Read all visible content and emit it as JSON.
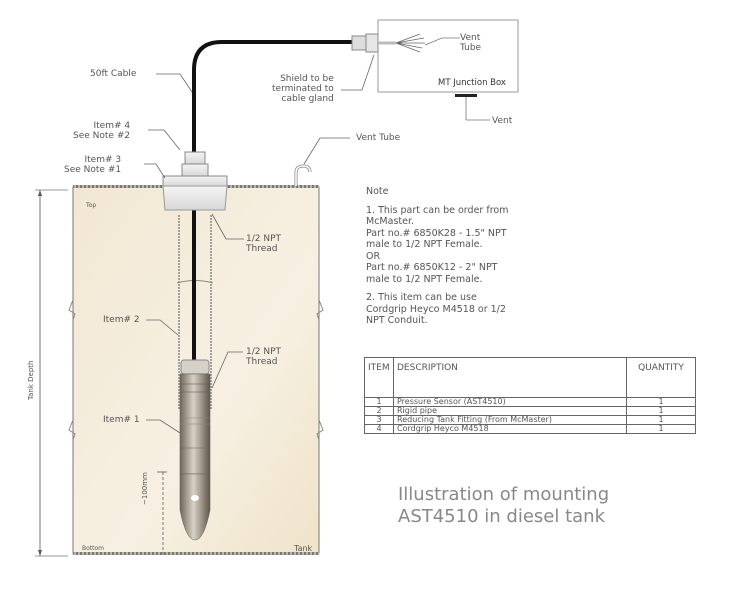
{
  "junction_box": {
    "title": "MT Junction Box",
    "vent_tube_label": "Vent\nTube",
    "vent_label": "Vent"
  },
  "callouts": {
    "cable": "50ft Cable",
    "shield": "Shield to be\nterminated to\ncable gland",
    "item4": "Item# 4\nSee Note #2",
    "item3": "Item# 3\nSee Note #1",
    "vent_tube": "Vent Tube",
    "thread_top": "1/2 NPT\nThread",
    "item2": "Item# 2",
    "thread_bottom": "1/2 NPT\nThread",
    "item1": "Item# 1",
    "dim_100mm": "~100mm",
    "tank_depth": "Tank Depth",
    "top": "Top",
    "bottom": "Bottom",
    "tank": "Tank"
  },
  "notes": {
    "heading": "Note",
    "note1": [
      "1. This part can be order from",
      "McMaster.",
      "Part no.# 6850K28 - 1.5\" NPT",
      "male to 1/2 NPT Female.",
      "OR",
      "Part no.# 6850K12 - 2\" NPT",
      "male to 1/2 NPT Female."
    ],
    "note2": [
      "2. This item can be use",
      "Cordgrip Heyco M4518 or 1/2",
      "NPT Conduit."
    ]
  },
  "bom_table": {
    "headers": {
      "item": "ITEM",
      "description": "DESCRIPTION",
      "quantity": "QUANTITY"
    },
    "rows": [
      {
        "item": "1",
        "description": "Pressure Sensor (AST4510)",
        "quantity": "1"
      },
      {
        "item": "2",
        "description": "Rigid pipe",
        "quantity": "1"
      },
      {
        "item": "3",
        "description": "Reducing Tank Fitting (From McMaster)",
        "quantity": "1"
      },
      {
        "item": "4",
        "description": "Cordgrip Heyco M4518",
        "quantity": "1"
      }
    ]
  },
  "caption": {
    "line1": "Illustration of mounting",
    "line2": "AST4510 in diesel tank"
  },
  "colors": {
    "tank_fill": "#f3ead8",
    "cable": "#111111",
    "line": "#555555"
  }
}
